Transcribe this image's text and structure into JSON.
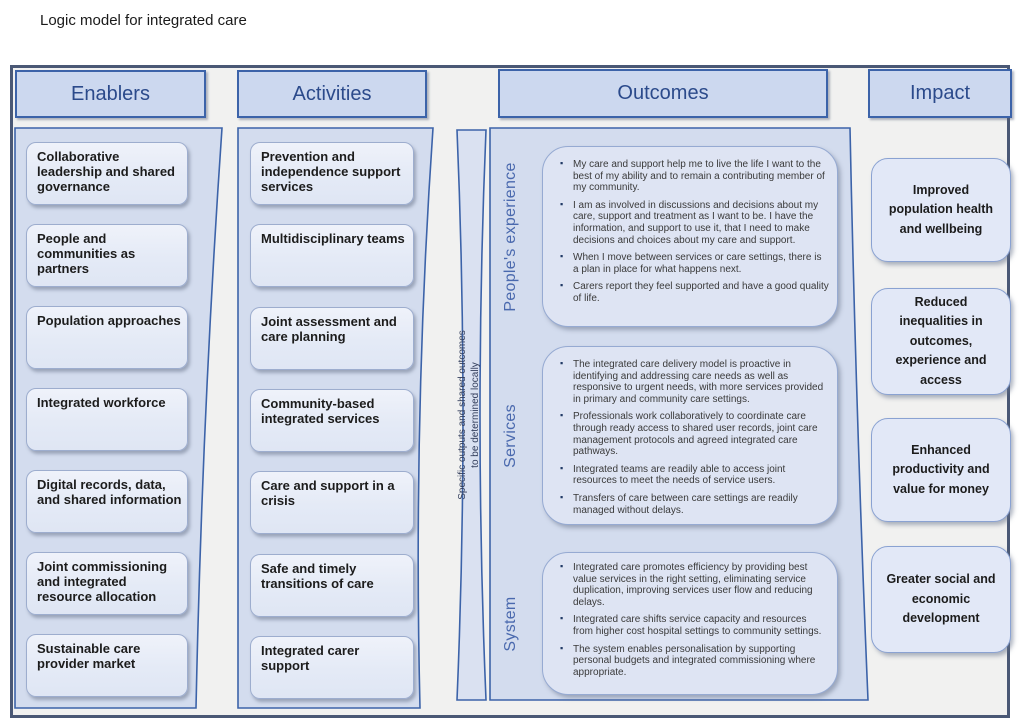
{
  "title": "Logic model for integrated care",
  "colors": {
    "panel_fill": "#d3dcee",
    "panel_stroke": "#3c63a9",
    "header_fill": "#ccd8ef",
    "header_text": "#2b4a8b",
    "bubble_fill": "#dee4f3",
    "frame_border": "#4a5875",
    "section_label": "#4a69ae",
    "bullet_marker": "#1f3864"
  },
  "enablers": {
    "header": "Enablers",
    "items": [
      "Collaborative leadership and shared governance",
      "People and communities as partners",
      "Population approaches",
      "Integrated workforce",
      "Digital records, data, and shared information",
      "Joint commissioning and integrated resource allocation",
      "Sustainable care provider market"
    ]
  },
  "activities": {
    "header": "Activities",
    "items": [
      "Prevention and independence support services",
      "Multidisciplinary teams",
      "Joint assessment and care planning",
      "Community-based integrated services",
      "Care and support in a crisis",
      "Safe and timely transitions of care",
      "Integrated carer support"
    ]
  },
  "outputs_bar": {
    "line1": "Specific outputs and shared outcomes",
    "line2": "to be determined locally"
  },
  "outcomes": {
    "header": "Outcomes",
    "sections": [
      {
        "label": "People's  experience",
        "bullets": [
          "My care and support help me to live the life I want to the best of my ability and to remain a contributing member of my community.",
          "I am as involved in discussions and decisions about my care, support and treatment as I want to be. I have the information, and support to use it, that I need to make decisions and choices about my care and support.",
          "When I move between services or care settings, there is a plan in place for what happens next.",
          "Carers report they feel supported and have a good quality of life."
        ]
      },
      {
        "label": "Services",
        "bullets": [
          "The integrated care delivery model is proactive in identifying and addressing care needs as well as responsive to urgent needs, with more services provided in primary and community care settings.",
          "Professionals work collaboratively to coordinate care through ready access to shared user records, joint care management protocols and agreed integrated care pathways.",
          "Integrated teams are readily able to access joint resources to meet the needs of service users.",
          "Transfers of care between care settings are readily managed without delays."
        ]
      },
      {
        "label": "System",
        "bullets": [
          "Integrated care promotes efficiency by providing best value services in the right setting, eliminating service duplication, improving services user flow and reducing delays.",
          "Integrated care shifts service capacity and resources from higher cost hospital settings to community settings.",
          "The system enables personalisation by supporting personal budgets and integrated commissioning where appropriate."
        ]
      }
    ]
  },
  "impact": {
    "header": "Impact",
    "items": [
      "Improved population health and wellbeing",
      "Reduced inequalities in outcomes, experience and access",
      "Enhanced productivity and value for money",
      "Greater social and economic development"
    ]
  }
}
